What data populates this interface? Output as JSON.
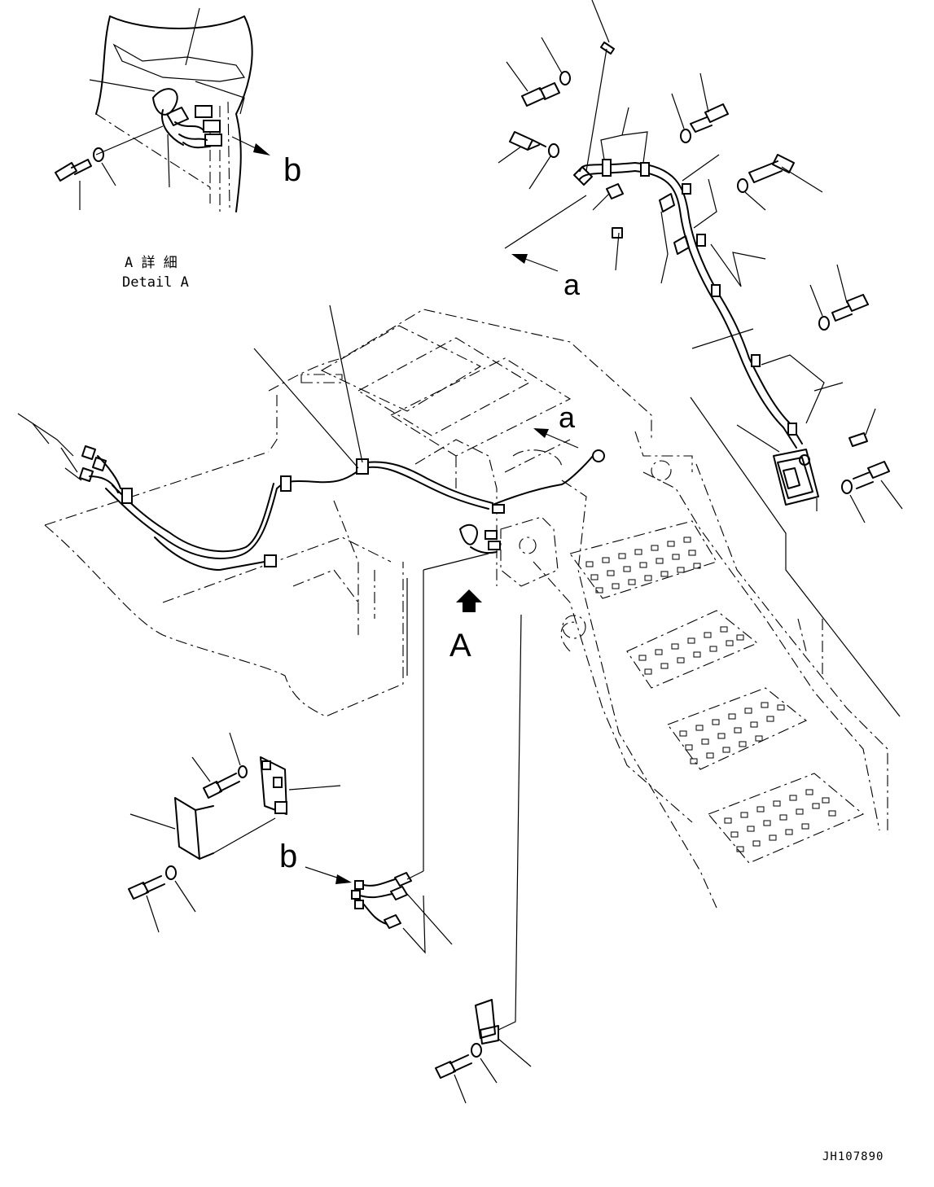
{
  "detail": {
    "title_jp": "A 詳 細",
    "title_en": "Detail A"
  },
  "labels": {
    "view_a": "A",
    "ref_a_top": "a",
    "ref_a_mid": "a",
    "ref_b_detail": "b",
    "ref_b_lower": "b"
  },
  "drawing_code": "JH107890"
}
